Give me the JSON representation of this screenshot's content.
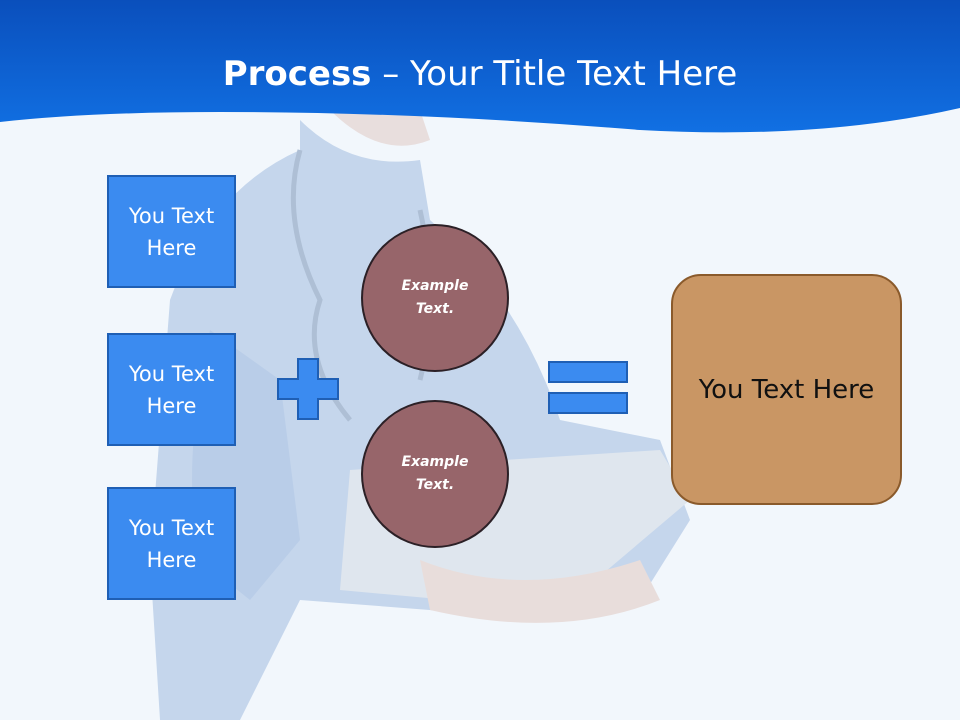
{
  "slide": {
    "title_bold": "Process",
    "title_rest": " – Your Title Text Here",
    "inputs": [
      "You Text Here",
      "You Text Here",
      "You Text Here"
    ],
    "circles": [
      "Example Text.",
      "Example Text."
    ],
    "result": "You Text Here"
  },
  "colors": {
    "header_blue": "#0b5fd6",
    "input_box": "#3b8bf0",
    "circle": "#97656a",
    "result_box": "#c99664"
  },
  "icons": [
    "plus-icon",
    "equals-icon"
  ]
}
